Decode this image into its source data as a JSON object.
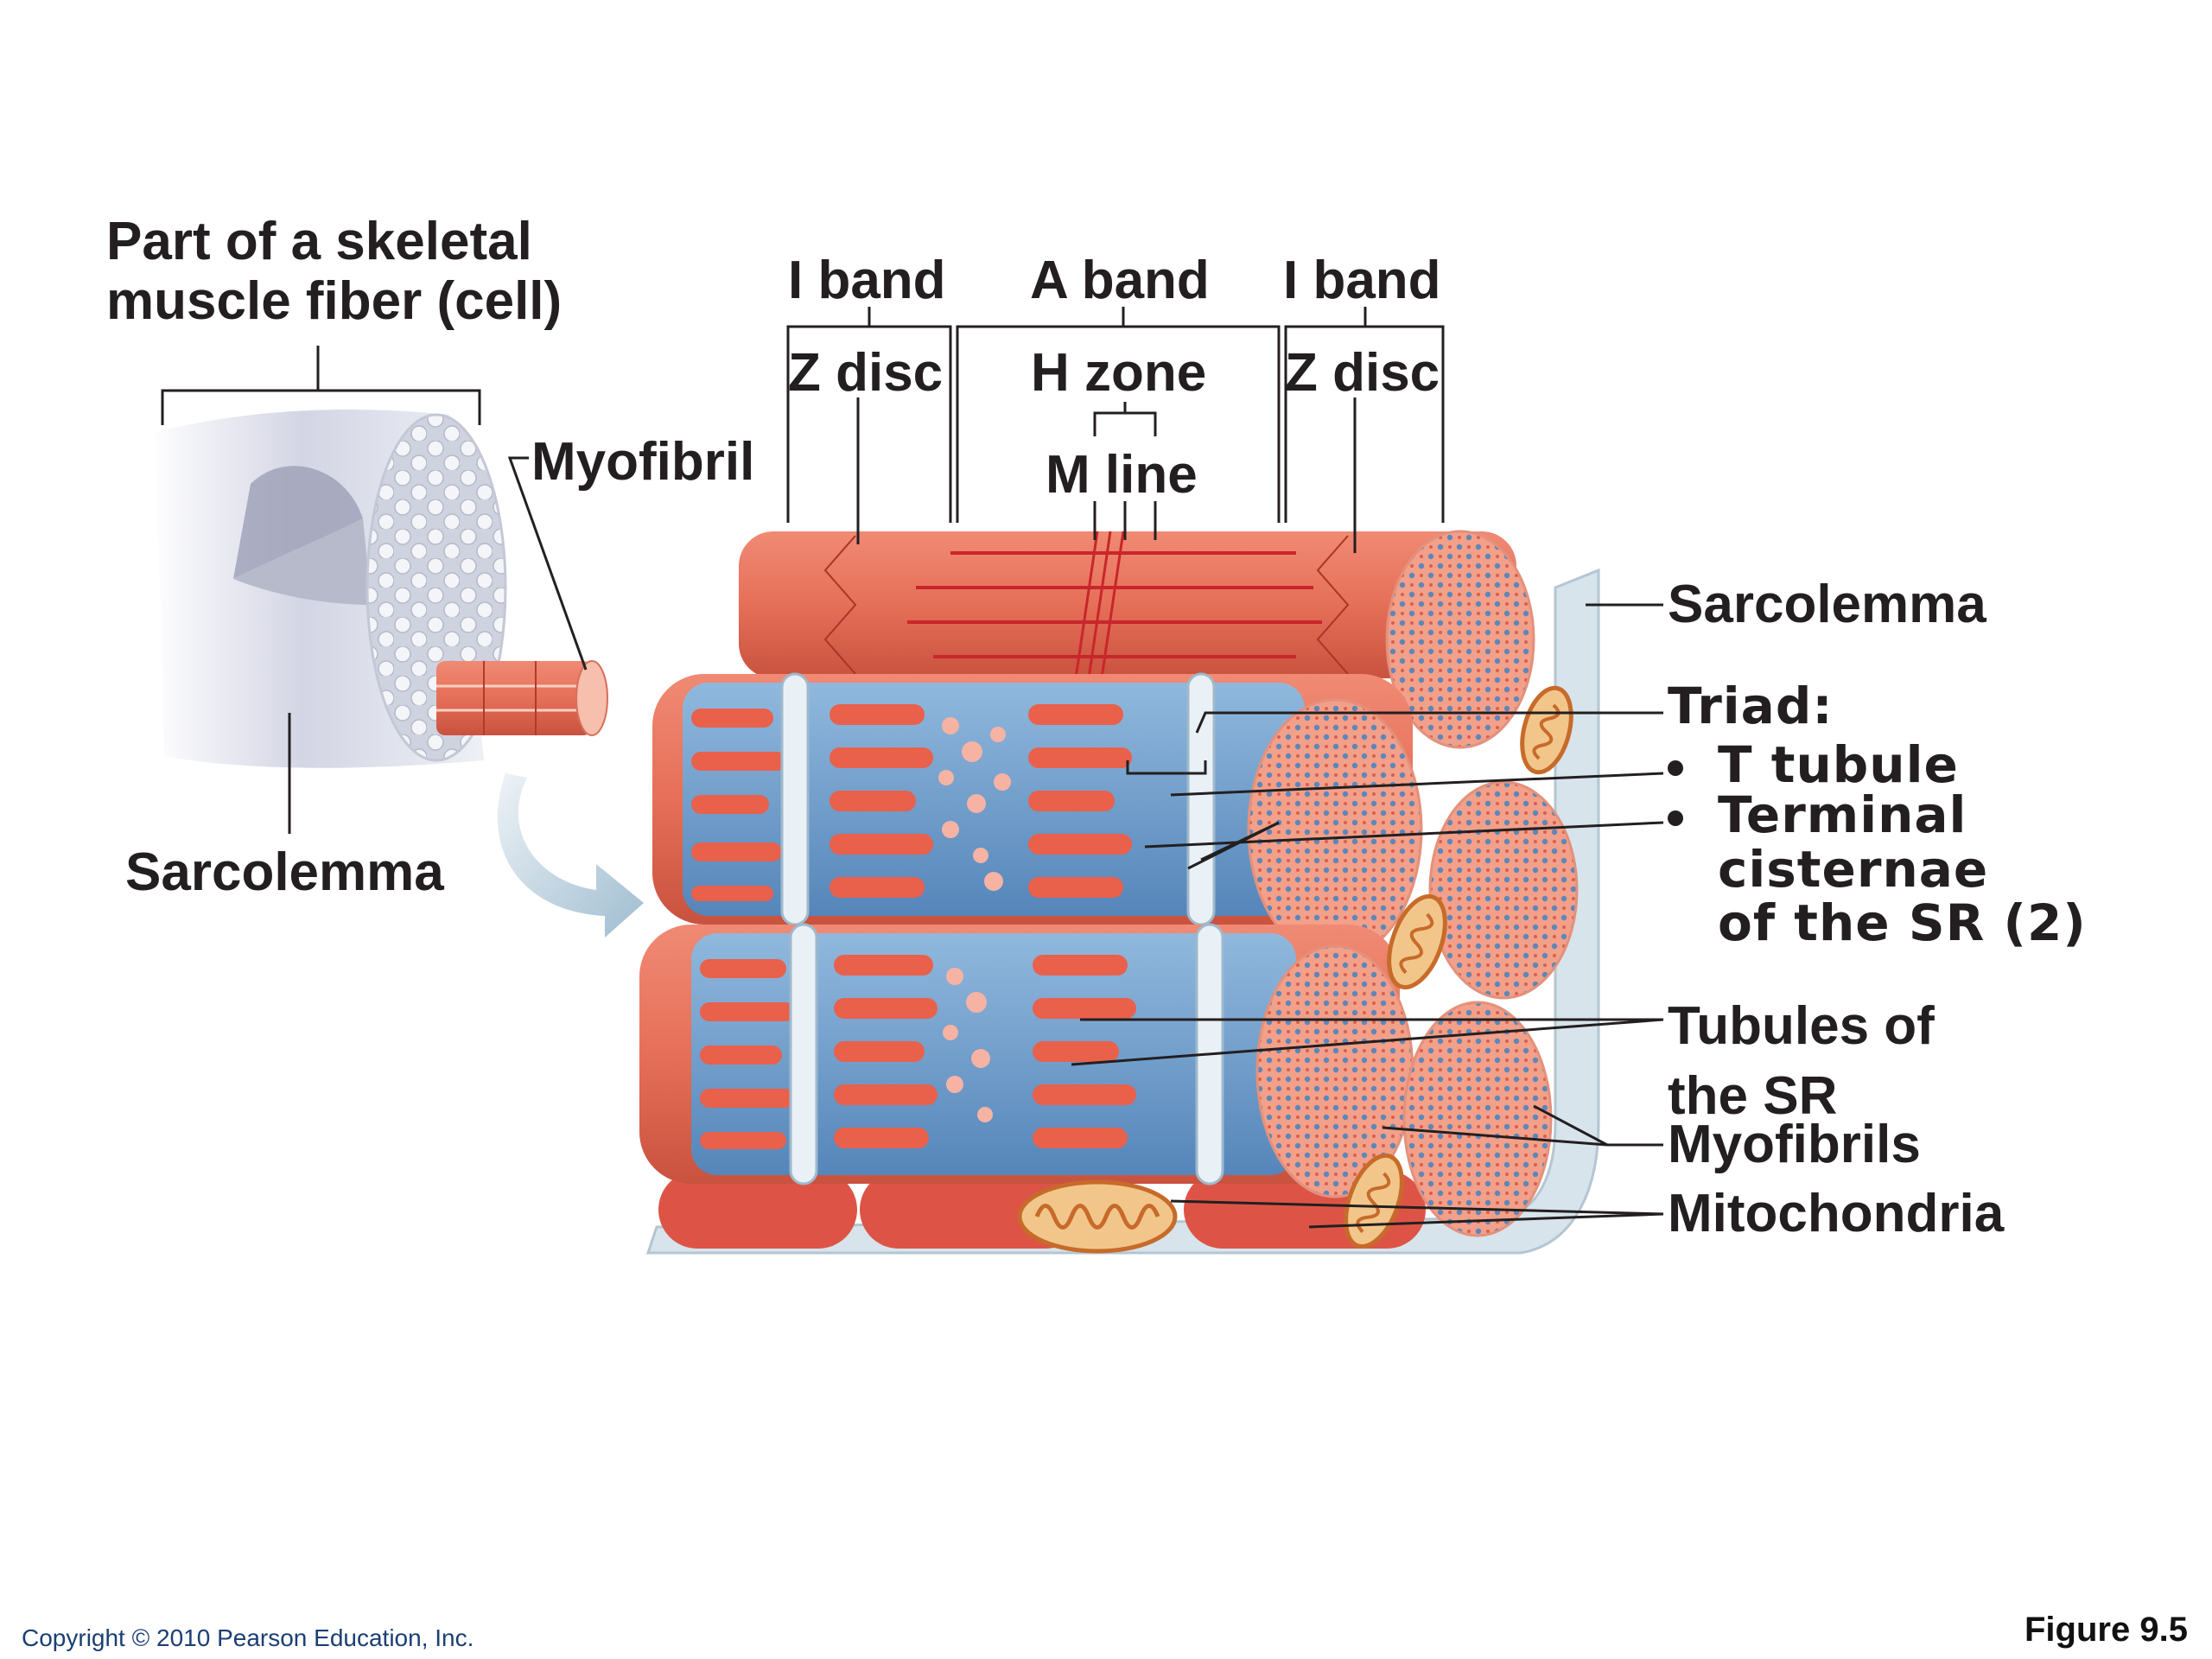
{
  "figure": {
    "fiber_title_line1": "Part of a skeletal",
    "fiber_title_line2": "muscle fiber (cell)",
    "myofibril": "Myofibril",
    "sarcolemma_left": "Sarcolemma",
    "i_band_left": "I band",
    "a_band": "A band",
    "i_band_right": "I band",
    "z_disc_left": "Z disc",
    "h_zone": "H zone",
    "z_disc_right": "Z disc",
    "m_line": "M line",
    "sarcolemma_right": "Sarcolemma",
    "triad": "Triad:",
    "t_tubule": "T tubule",
    "terminal_line1": "Terminal",
    "terminal_line2": "cisternae",
    "terminal_line3": "of the SR (2)",
    "tubules_line1": "Tubules of",
    "tubules_line2": "the SR",
    "myofibrils": "Myofibrils",
    "mitochondria": "Mitochondria"
  },
  "footer": {
    "copyright": "Copyright © 2010 Pearson Education, Inc.",
    "figure_number": "Figure 9.5"
  },
  "colors": {
    "muscle": "#e9735f",
    "muscle_dark": "#c8412f",
    "sr_blue": "#6fa6d6",
    "sr_blue_dark": "#3f78b2",
    "cross_section": "#f0a088",
    "sarcolemma": "#d7e4ec",
    "mito": "#e8a048"
  }
}
